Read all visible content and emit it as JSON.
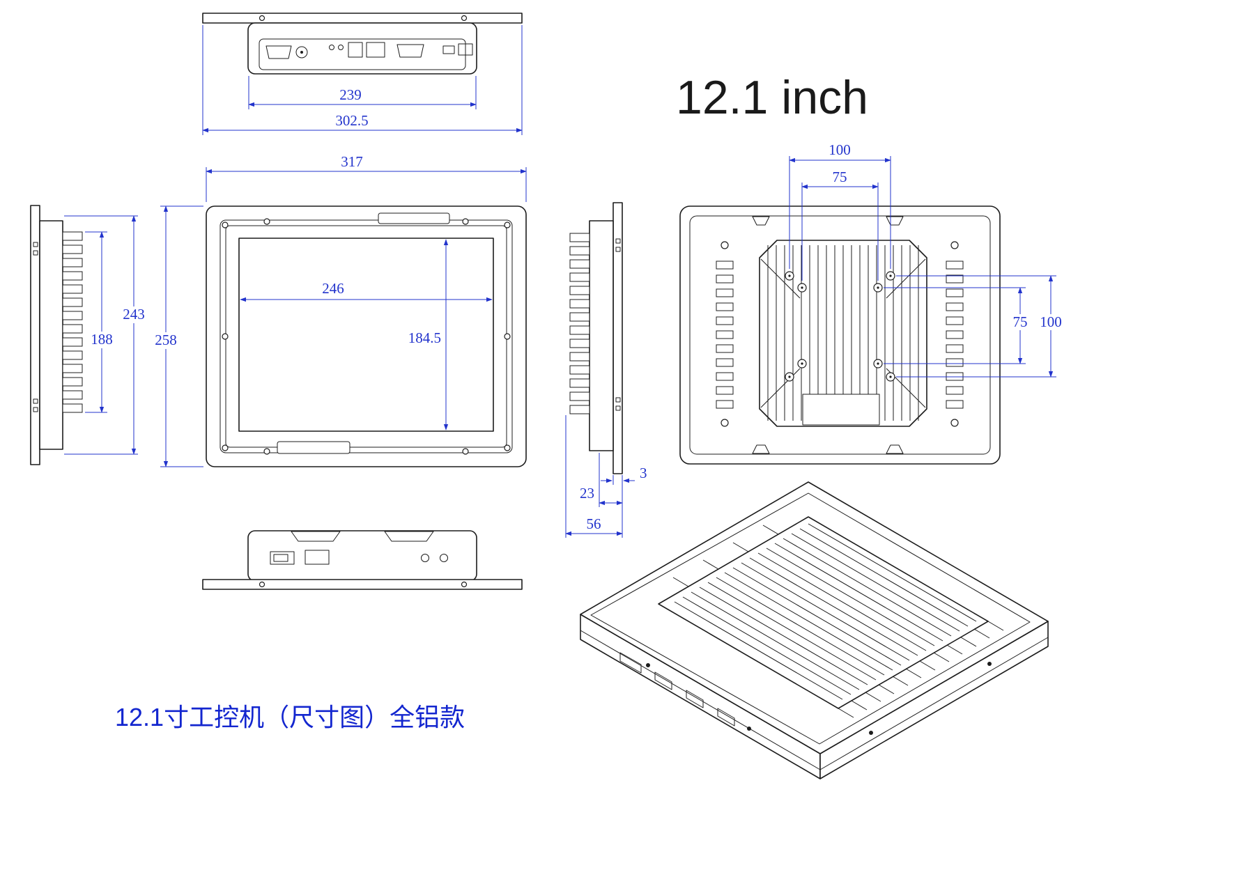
{
  "title": "12.1 inch",
  "caption": "12.1寸工控机（尺寸图）全铝款",
  "colors": {
    "dimension": "#2233cc",
    "line": "#1c1c1c",
    "caption": "#1326cf",
    "background": "#ffffff"
  },
  "dims": {
    "top": {
      "body_width": "239",
      "flange_width": "302.5"
    },
    "front": {
      "width": "317",
      "display_width": "246",
      "display_height": "184.5",
      "height": "258"
    },
    "left": {
      "fin_height": "188",
      "body_height": "243"
    },
    "side": {
      "bezel": "3",
      "mount_depth": "23",
      "total_depth": "56"
    },
    "rear": {
      "top_outer": "100",
      "top_inner": "75",
      "right_inner": "75",
      "right_outer": "100"
    }
  }
}
